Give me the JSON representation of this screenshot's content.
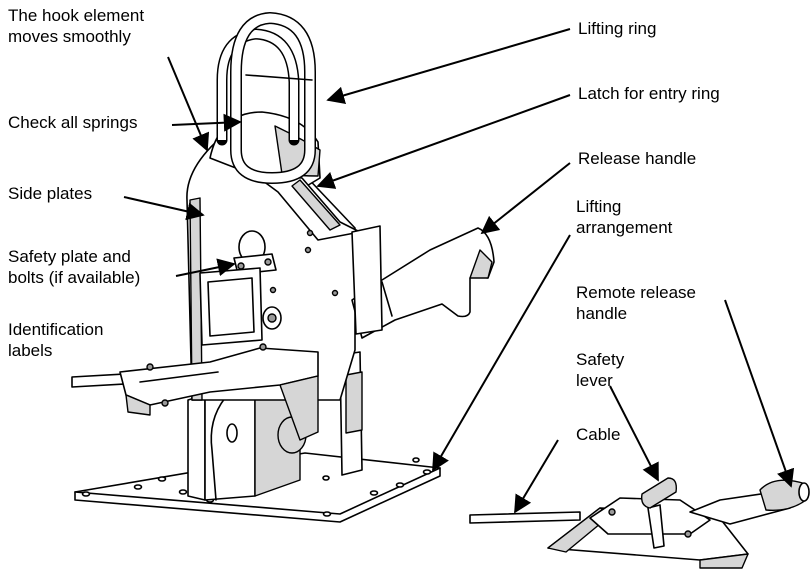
{
  "labels": {
    "hook": [
      "The hook element",
      "moves smoothly"
    ],
    "springs": "Check all springs",
    "side_plates": "Side plates",
    "safety_plate": [
      "Safety plate and",
      "bolts (if available)"
    ],
    "identification": [
      "Identification",
      "labels"
    ],
    "lifting_ring": "Lifting ring",
    "latch": "Latch for entry ring",
    "release_handle": "Release handle",
    "lifting_arrangement": [
      "Lifting",
      "arrangement"
    ],
    "remote_release": [
      "Remote release",
      "handle"
    ],
    "safety_lever": [
      "Safety",
      "lever"
    ],
    "cable": "Cable"
  }
}
